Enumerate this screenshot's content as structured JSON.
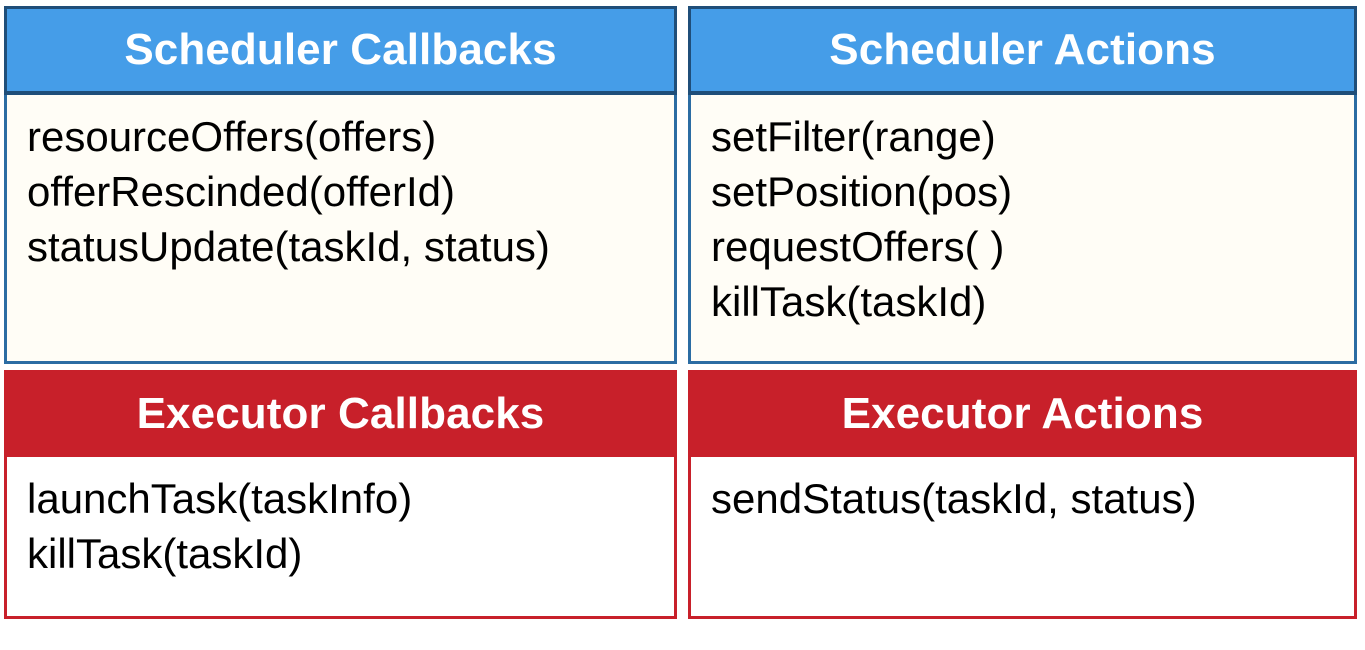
{
  "colors": {
    "scheduler_header_bg": "#459de8",
    "scheduler_header_border": "#1f4e79",
    "scheduler_body_border": "#2b6ca3",
    "scheduler_body_bg": "#fffdf6",
    "executor_header_bg": "#c8202a",
    "executor_body_border": "#c8202a",
    "executor_body_bg": "#ffffff",
    "header_text": "#ffffff",
    "body_text": "#000000",
    "page_bg": "#ffffff"
  },
  "panels": [
    {
      "id": "scheduler-callbacks",
      "title": "Scheduler Callbacks",
      "accent": "blue",
      "items": [
        "resourceOffers(offers)",
        "offerRescinded(offerId)",
        "statusUpdate(taskId, status)"
      ]
    },
    {
      "id": "scheduler-actions",
      "title": "Scheduler Actions",
      "accent": "blue",
      "items": [
        "setFilter(range)",
        "setPosition(pos)",
        "requestOffers( )",
        "killTask(taskId)"
      ]
    },
    {
      "id": "executor-callbacks",
      "title": "Executor Callbacks",
      "accent": "red",
      "items": [
        "launchTask(taskInfo)",
        "killTask(taskId)"
      ]
    },
    {
      "id": "executor-actions",
      "title": "Executor Actions",
      "accent": "red",
      "items": [
        "sendStatus(taskId, status)"
      ]
    }
  ]
}
